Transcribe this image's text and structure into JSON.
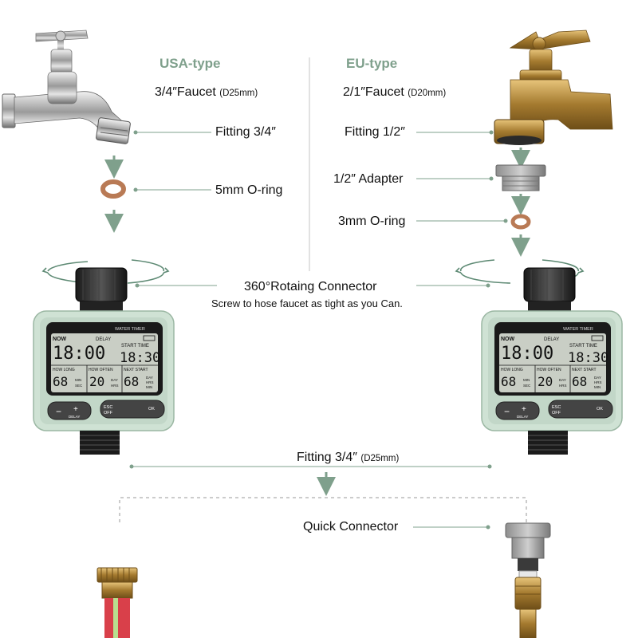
{
  "usa": {
    "header": "USA-type",
    "faucet_main": "3/4″Faucet",
    "faucet_size": "(D25mm)",
    "fitting": "Fitting 3/4″",
    "oring": "5mm O-ring"
  },
  "eu": {
    "header": "EU-type",
    "faucet_main": "2/1″Faucet",
    "faucet_size": "(D20mm)",
    "fitting": "Fitting 1/2″",
    "adapter": "1/2″ Adapter",
    "oring": "3mm O-ring"
  },
  "connector": {
    "title": "360°Rotaing Connector",
    "subtitle": "Screw to hose faucet as tight as you Can."
  },
  "bottom": {
    "fitting_main": "Fitting 3/4″",
    "fitting_size": "(D25mm)",
    "quick_connector": "Quick Connector"
  },
  "timer": {
    "brand": "WATER TIMER",
    "now": "NOW",
    "delay": "DELAY",
    "clock": "18:00",
    "start_label": "START TIME",
    "start_value": "18:30",
    "how_long_label": "HOW LONG",
    "how_long_value": "68",
    "how_long_unit1": "MIN",
    "how_long_unit2": "SEC",
    "how_often_label": "HOW OFTEN",
    "how_often_value": "20",
    "how_often_unit1": "DAY",
    "how_often_unit2": "HRS",
    "next_label": "NEXT START",
    "next_value": "68",
    "next_unit1": "DAY",
    "next_unit2": "HRS",
    "next_unit3": "MIN",
    "btn_minus": "−",
    "btn_plus": "+",
    "btn_delay": "DELAY",
    "btn_esc": "ESC",
    "btn_off": "OFF",
    "btn_ok": "OK"
  },
  "colors": {
    "accent": "#7fa08c",
    "timer_body": "#cfe2d4",
    "lcd": "#c9cec5",
    "lcd_frame": "#1a1a1a",
    "brass": "#b58a3c",
    "oring": "#b97a55"
  }
}
